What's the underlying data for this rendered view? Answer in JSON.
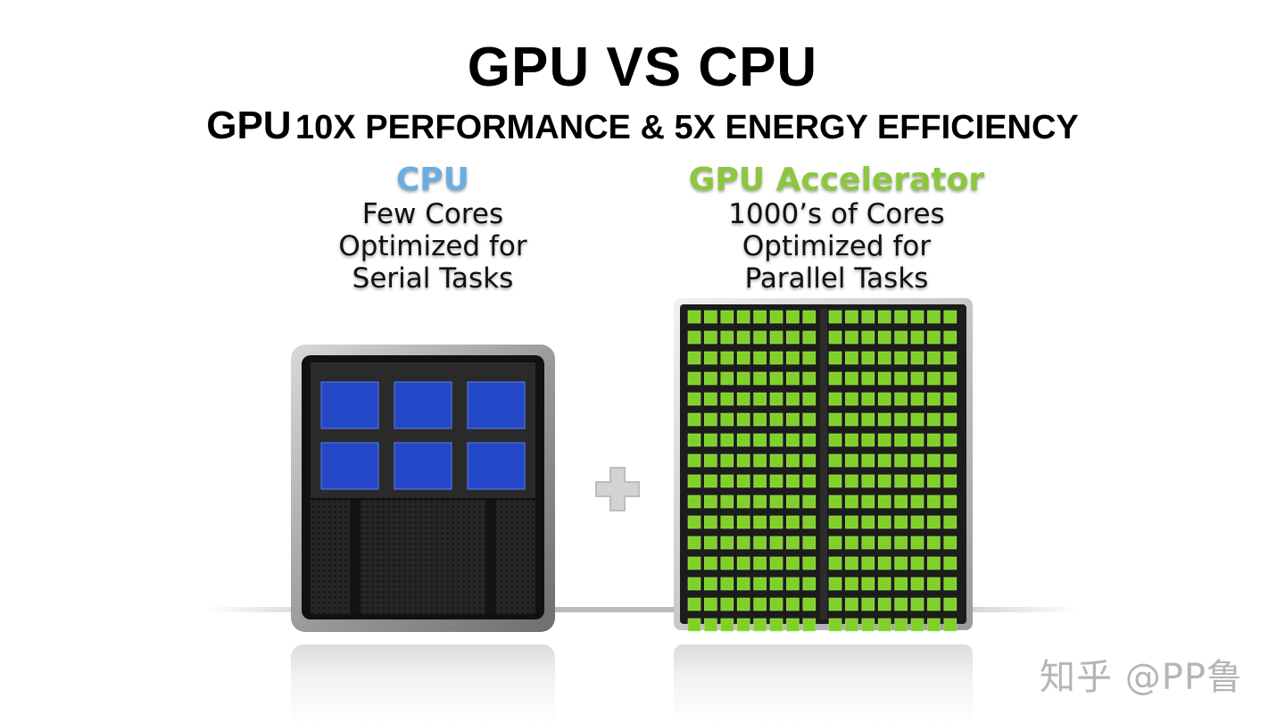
{
  "slide": {
    "title": "GPU VS CPU",
    "subtitle_lead": "GPU",
    "subtitle_rest": "10X PERFORMANCE & 5X ENERGY EFFICIENCY"
  },
  "cpu": {
    "heading": "CPU",
    "lines": [
      "Few Cores",
      "Optimized for",
      "Serial Tasks"
    ],
    "color": "#6aaee0",
    "core_color": "#2447c8",
    "core_rows": 2,
    "core_cols": 3
  },
  "gpu": {
    "heading": "GPU Accelerator",
    "lines": [
      "1000’s of Cores",
      "Optimized for",
      "Parallel Tasks"
    ],
    "color": "#8dc63f",
    "core_color": "#7fd12a",
    "core_rows": 16,
    "core_cols_per_half": 8
  },
  "plus_icon": "plus-icon",
  "watermark": "知乎 @PP鲁"
}
